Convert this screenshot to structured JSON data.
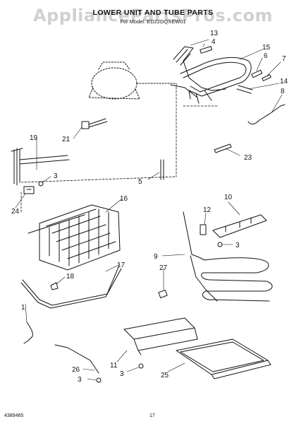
{
  "header": {
    "title": "LOWER UNIT AND TUBE PARTS",
    "subtitle": "For Model: ED22DQXEW01",
    "watermark": "AppliancePartsPros.com"
  },
  "callouts": [
    "1",
    "3",
    "3",
    "3",
    "4",
    "5",
    "6",
    "7",
    "8",
    "9",
    "10",
    "11",
    "12",
    "13",
    "14",
    "15",
    "16",
    "17",
    "18",
    "19",
    "21",
    "23",
    "24",
    "25",
    "26",
    "27"
  ],
  "footer": {
    "code": "4389465",
    "page": "17"
  },
  "colors": {
    "line": "#111111",
    "paper": "#ffffff",
    "watermark": "#969696"
  }
}
